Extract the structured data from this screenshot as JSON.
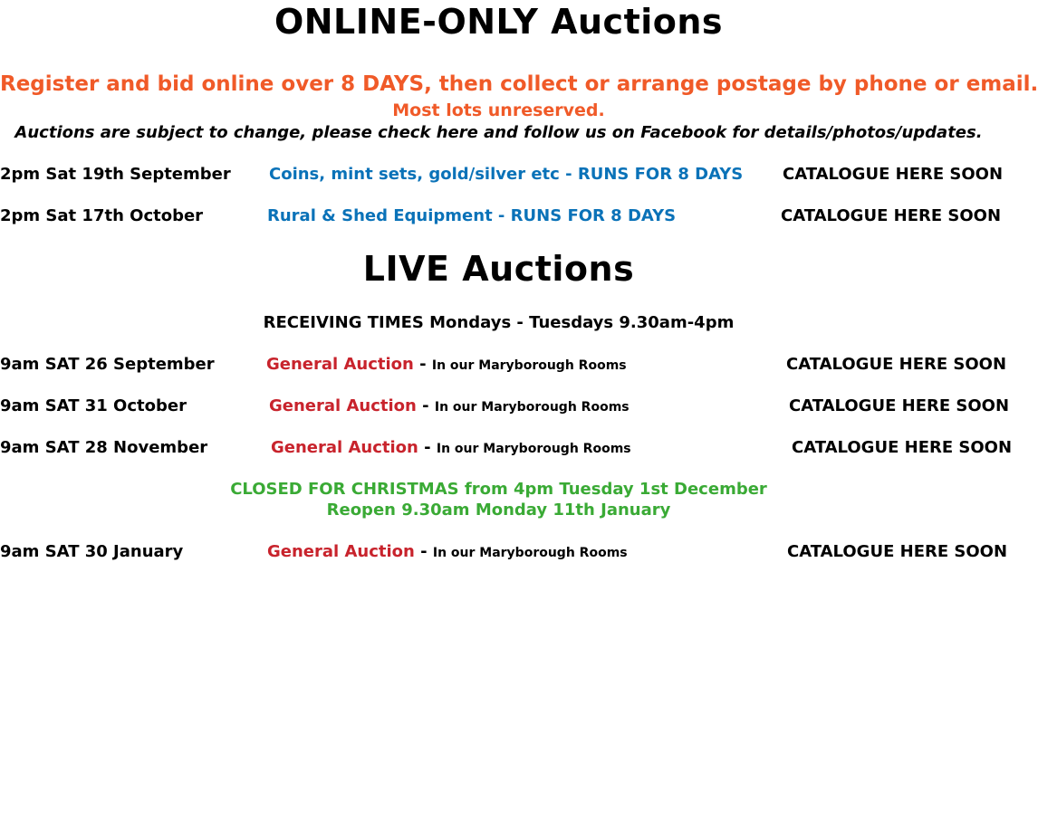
{
  "colors": {
    "orange": "#f05a28",
    "blue": "#0a72b8",
    "red": "#c8232c",
    "green": "#3aaa35",
    "black": "#000000"
  },
  "online": {
    "title": "ONLINE-ONLY Auctions",
    "register": "Register and bid online over 8 DAYS, then collect or arrange postage by phone or email.",
    "unreserved": "Most lots unreserved.",
    "note_prefix": "Auctions are subject to change, please check ",
    "note_link": "here",
    "note_suffix": " and follow us on Facebook for details/photos/updates.",
    "rows": [
      {
        "date": "2pm Sat 19th September",
        "title": "Coins, mint sets, gold/silver etc - RUNS FOR 8 DAYS",
        "catalogue": "CATALOGUE HERE SOON"
      },
      {
        "date": "2pm Sat 17th October",
        "title": "Rural & Shed Equipment - RUNS FOR 8 DAYS",
        "catalogue": "CATALOGUE HERE SOON"
      }
    ]
  },
  "live": {
    "title": "LIVE Auctions",
    "receiving": "RECEIVING TIMES Mondays - Tuesdays 9.30am-4pm",
    "rows": [
      {
        "date": "9am SAT 26 September",
        "title": "General Auction",
        "sep": " -  ",
        "location": "In our Maryborough Rooms",
        "catalogue": "CATALOGUE HERE SOON"
      },
      {
        "date": "9am SAT 31 October",
        "title": "General Auction",
        "sep": " -  ",
        "location": "In our Maryborough Rooms",
        "catalogue": "CATALOGUE HERE SOON"
      },
      {
        "date": "9am SAT 28 November",
        "title": "General Auction",
        "sep": " -  ",
        "location": "In our Maryborough Rooms",
        "catalogue": "CATALOGUE HERE SOON"
      },
      {
        "date": "9am SAT 30 January",
        "title": "General Auction",
        "sep": " -  ",
        "location": "In our Maryborough Rooms",
        "catalogue": "CATALOGUE HERE SOON"
      }
    ],
    "closed_line1": "CLOSED FOR CHRISTMAS from 4pm Tuesday 1st December",
    "closed_line2": "Reopen 9.30am Monday 11th January"
  }
}
